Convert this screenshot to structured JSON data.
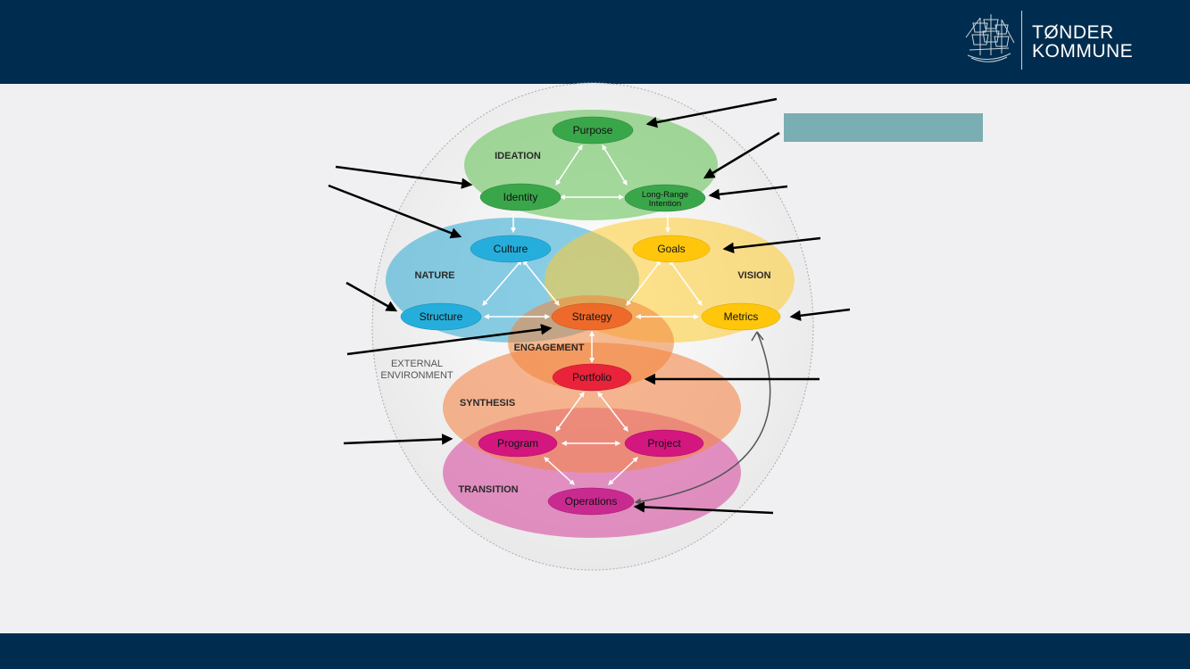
{
  "header": {
    "logo": {
      "line1": "TØNDER",
      "line2": "KOMMUNE",
      "icon": "ship-icon"
    }
  },
  "colors": {
    "header_bg": "#002d4f",
    "footer_bg": "#002d4f",
    "page_bg": "#f0f0f2",
    "teal_box": "#7aaeb2",
    "ideation": "#5cbf4f",
    "nature": "#2ba8d4",
    "vision": "#ffcb2e",
    "engagement": "#f0843a",
    "synthesis": "#f4874a",
    "transition": "#d85aa8"
  },
  "diagram": {
    "zones": {
      "ideation": "IDEATION",
      "nature": "NATURE",
      "vision": "VISION",
      "engagement": "ENGAGEMENT",
      "synthesis": "SYNTHESIS",
      "transition": "TRANSITION",
      "external_line1": "EXTERNAL",
      "external_line2": "ENVIRONMENT"
    },
    "nodes": {
      "purpose": "Purpose",
      "identity": "Identity",
      "intention_line1": "Long-Range",
      "intention_line2": "Intention",
      "culture": "Culture",
      "goals": "Goals",
      "structure": "Structure",
      "strategy": "Strategy",
      "metrics": "Metrics",
      "portfolio": "Portfolio",
      "program": "Program",
      "project": "Project",
      "operations": "Operations"
    }
  }
}
